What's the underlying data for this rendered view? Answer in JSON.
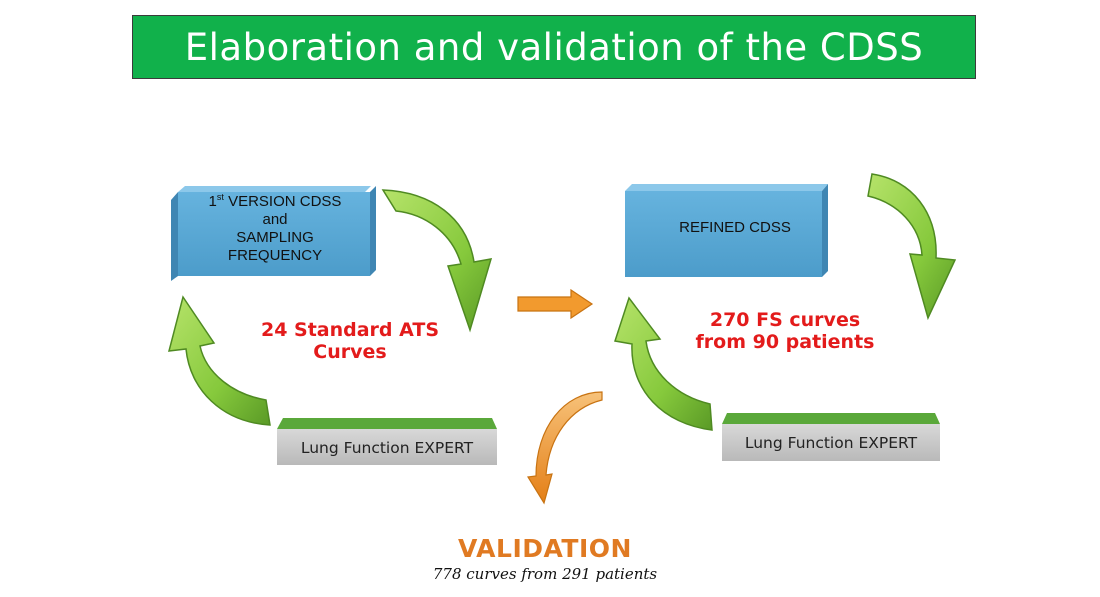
{
  "title": "Elaboration and validation of the CDSS",
  "left_box": {
    "line1_prefix": "1",
    "line1_sup": "st",
    "line1_rest": " VERSION CDSS",
    "line2": "and",
    "line3": "SAMPLING",
    "line4": "FREQUENCY"
  },
  "left_center": {
    "line1": "24 Standard ATS",
    "line2": "Curves"
  },
  "left_expert": "Lung Function EXPERT",
  "right_box": {
    "line1": "REFINED CDSS"
  },
  "right_center": {
    "line1": "270 FS curves",
    "line2": "from 90 patients"
  },
  "right_expert": "Lung Function EXPERT",
  "validation": {
    "title": "VALIDATION",
    "subtitle": "778 curves from 291 patients"
  },
  "colors": {
    "banner": "#11b14b",
    "box_front": "#58a9d6",
    "box_top": "#8cc8ea",
    "green_arrow": "#8cd13e",
    "orange_arrow": "#f29a2e",
    "red_text": "#e31b1b",
    "validation_title": "#e07a22",
    "expert_green": "#5aa83a",
    "expert_gray": "#c9c9c9"
  }
}
